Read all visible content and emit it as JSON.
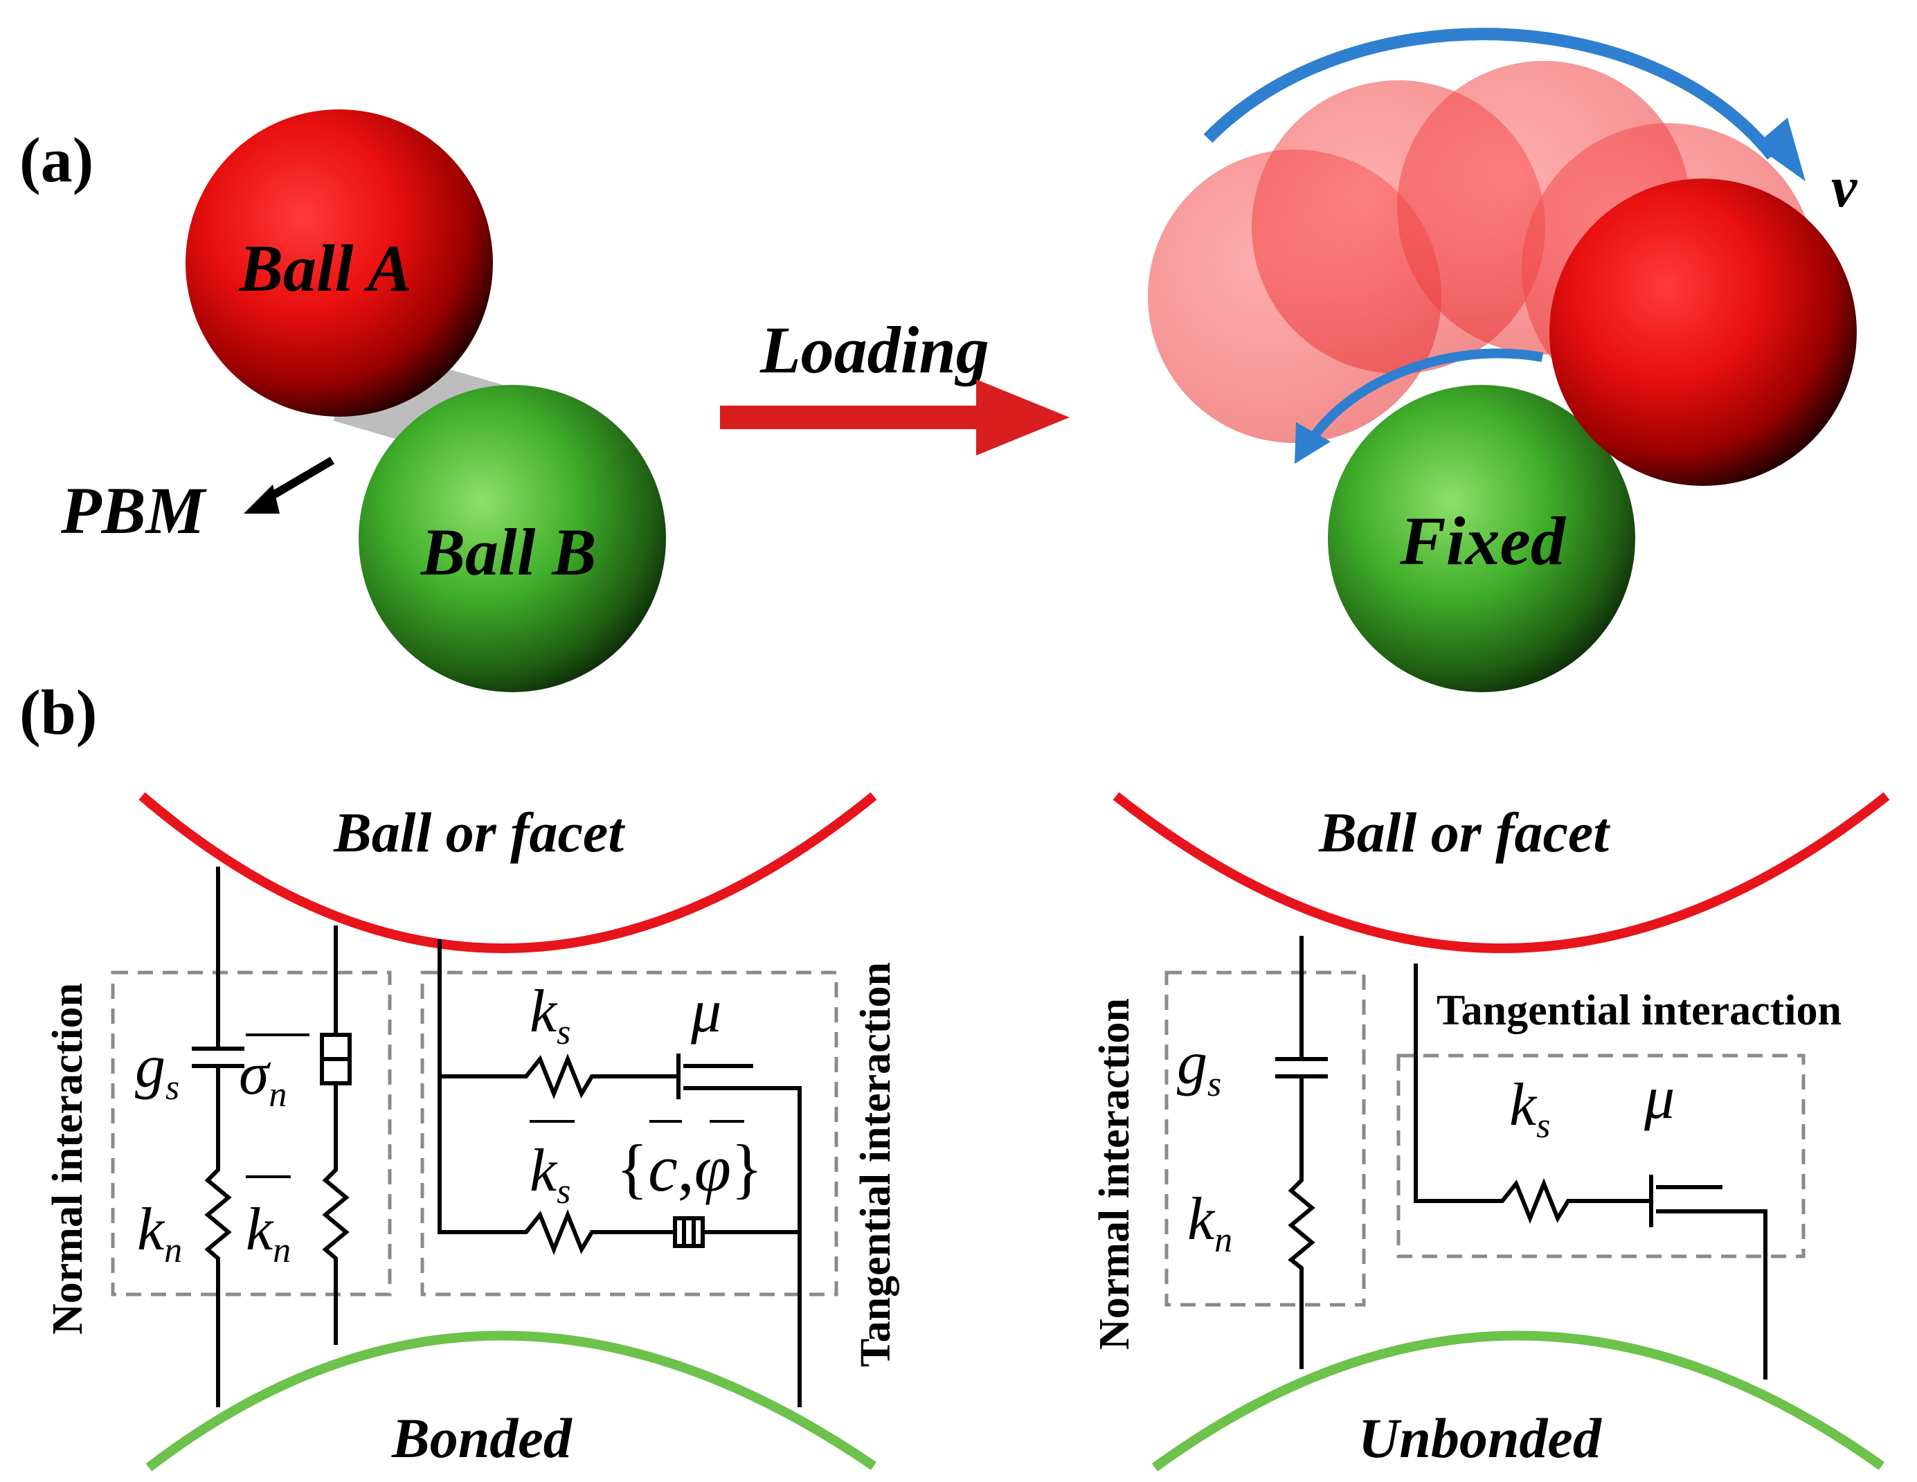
{
  "panel_a": {
    "tag": "(a)",
    "ball_a": "Ball A",
    "ball_b": "Ball B",
    "pbm": "PBM",
    "loading": "Loading",
    "velocity": "v",
    "fixed": "Fixed"
  },
  "panel_b": {
    "tag": "(b)",
    "bonded": {
      "top": "Ball or facet",
      "bottom": "Bonded",
      "normal_label": "Normal interaction",
      "tangential_label": "Tangential interaction",
      "gs": "g",
      "gs_sub": "s",
      "sigma": "σ",
      "sigma_sub": "n",
      "kn": "k",
      "kn_sub": "n",
      "kn_bar": "k",
      "kn_bar_sub": "n",
      "ks": "k",
      "ks_sub": "s",
      "mu": "μ",
      "ks_bar": "k",
      "ks_bar_sub": "s",
      "c_phi_left": "{",
      "c": "c",
      "comma": ",",
      "phi": "φ",
      "c_phi_right": "}"
    },
    "unbonded": {
      "top": "Ball or facet",
      "bottom": "Unbonded",
      "normal_label": "Normal interaction",
      "tangential_label": "Tangential interaction",
      "gs": "g",
      "gs_sub": "s",
      "kn": "k",
      "kn_sub": "n",
      "ks": "k",
      "ks_sub": "s",
      "mu": "μ"
    }
  },
  "colors": {
    "red": "#e8141b",
    "green": "#6cc24a",
    "blue": "#2f7fd0",
    "arrow_red": "#d81e1e",
    "bond": "#b8b8b8"
  }
}
